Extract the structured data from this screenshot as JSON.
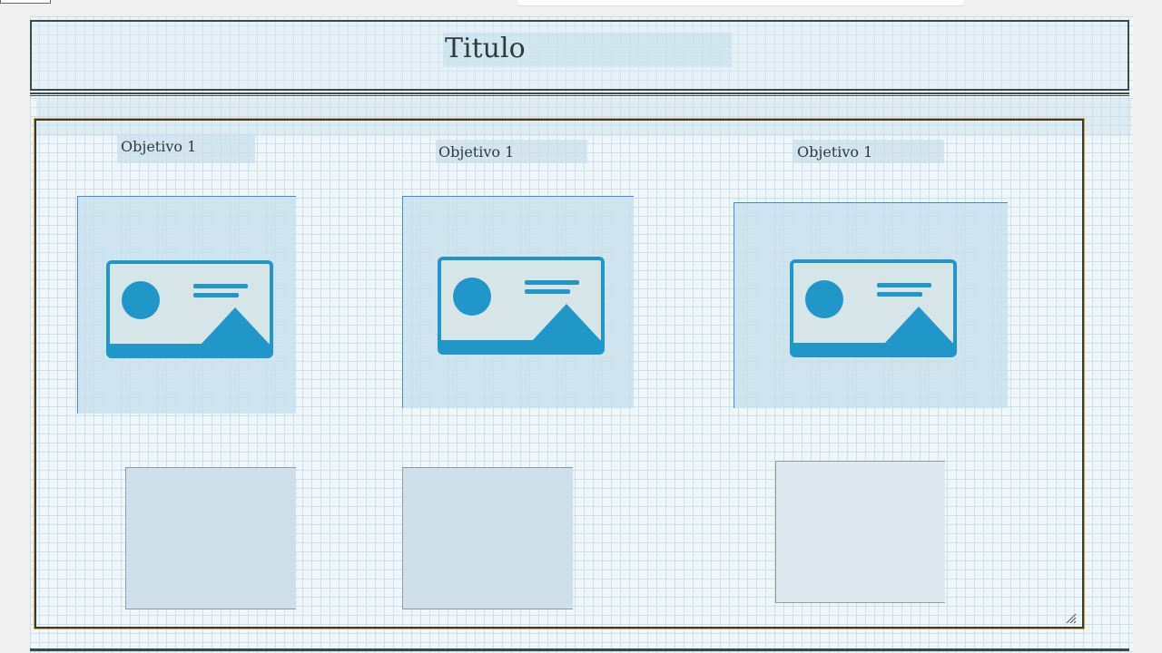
{
  "page": {
    "title": "Titulo"
  },
  "objectives": [
    {
      "label": "Objetivo 1"
    },
    {
      "label": "Objetivo 1"
    },
    {
      "label": "Objetivo 1"
    }
  ],
  "icons": {
    "image_placeholder": "image-placeholder-icon",
    "resize_grip": "resize-grip-icon"
  },
  "colors": {
    "canvas_bg": "#eef6f9",
    "grid_line": "#cfdde6",
    "frame_border": "#3c4a4c",
    "selection_outline": "#e2a03b",
    "image_placeholder_blue": "#2196c9",
    "image_placeholder_bg": "#d6e6e8",
    "image_frame_border": "#3a8fd6"
  }
}
